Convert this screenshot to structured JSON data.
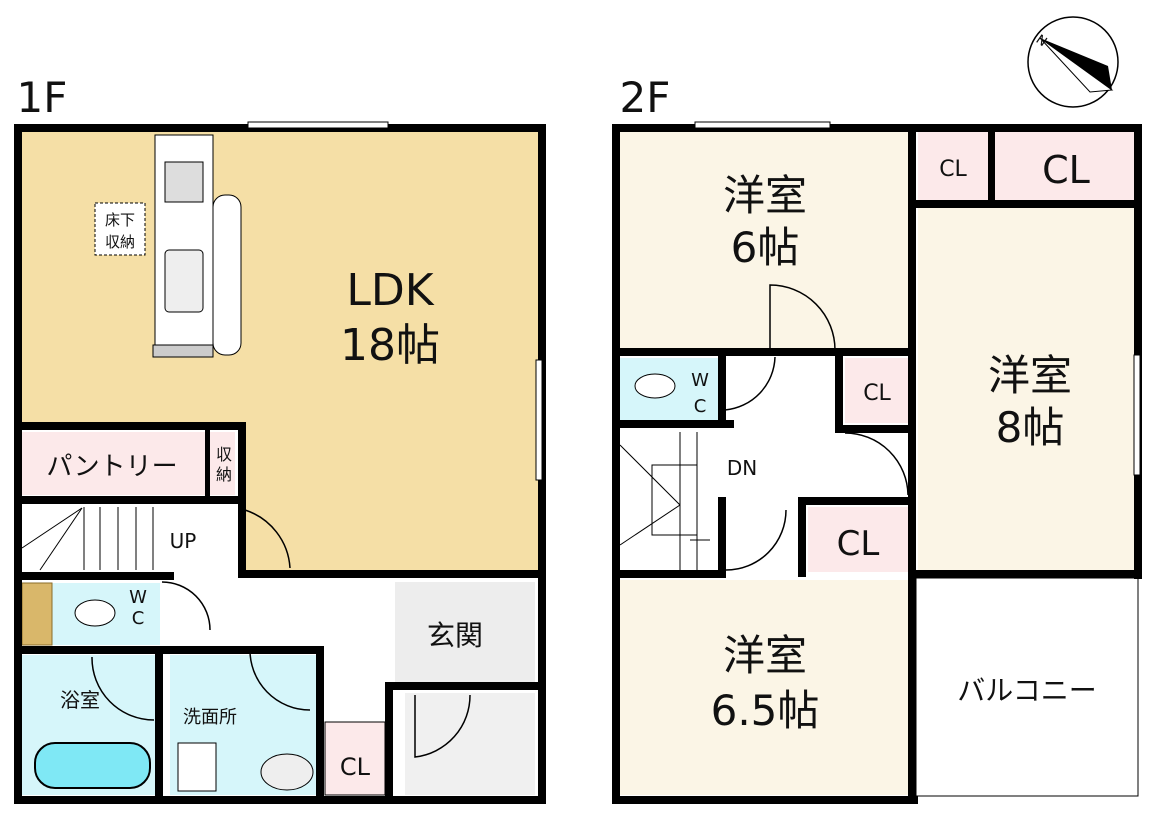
{
  "floor1": {
    "label": "1F",
    "rooms": {
      "ldk": {
        "name": "LDK",
        "size": "18帖"
      },
      "underfloor_storage": {
        "line1": "床下",
        "line2": "収納"
      },
      "pantry": "パントリー",
      "storage": {
        "line1": "収",
        "line2": "納"
      },
      "stairs": "UP",
      "wc": {
        "line1": "W",
        "line2": "C"
      },
      "bath": "浴室",
      "washroom": "洗面所",
      "closet": "CL",
      "entrance": "玄関"
    }
  },
  "floor2": {
    "label": "2F",
    "rooms": {
      "western_room_1": {
        "name": "洋室",
        "size": "6帖"
      },
      "western_room_2": {
        "name": "洋室",
        "size": "8帖"
      },
      "western_room_3": {
        "name": "洋室",
        "size": "6.5帖"
      },
      "closet_small": "CL",
      "closet_large": "CL",
      "closet_mid": "CL",
      "closet_lower": "CL",
      "wc": {
        "line1": "W",
        "line2": "C"
      },
      "stairs": "DN",
      "balcony": "バルコニー"
    }
  },
  "compass": {
    "north_label": "N"
  },
  "colors": {
    "ldk": "#F5DFA6",
    "western_room": "#FBF5E6",
    "closet": "#FCE9EA",
    "water": "#D6F6FA",
    "bathtub": "#7FE8F5",
    "entrance": "#EDEDED",
    "wall": "#000000"
  }
}
